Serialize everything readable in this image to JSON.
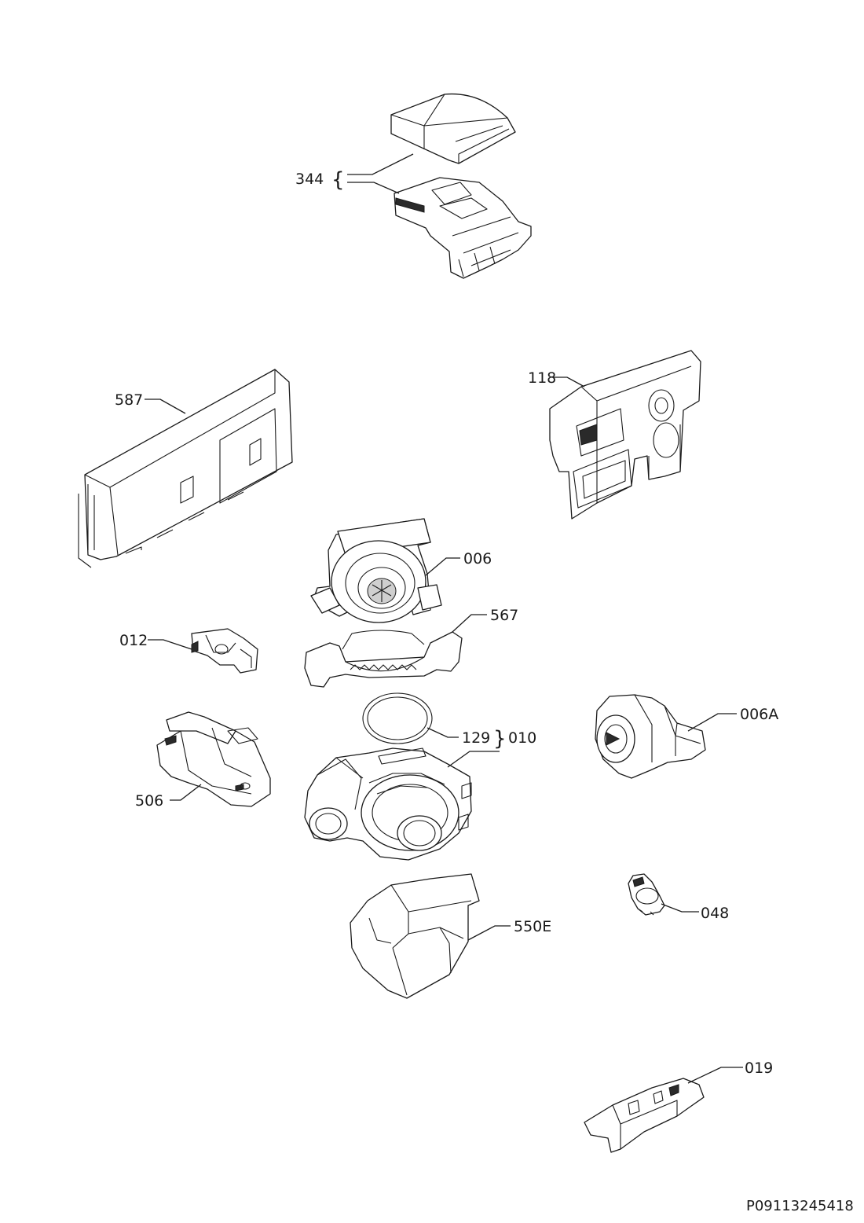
{
  "labels": {
    "l344": "344",
    "l118": "118",
    "l587": "587",
    "l006": "006",
    "l567": "567",
    "l012": "012",
    "l129": "129",
    "l010": "010",
    "l006A": "006A",
    "l506": "506",
    "l048": "048",
    "l550E": "550E",
    "l019": "019"
  },
  "braces": {
    "open": "{",
    "close": "}"
  },
  "drawing_code": "P09113245418"
}
